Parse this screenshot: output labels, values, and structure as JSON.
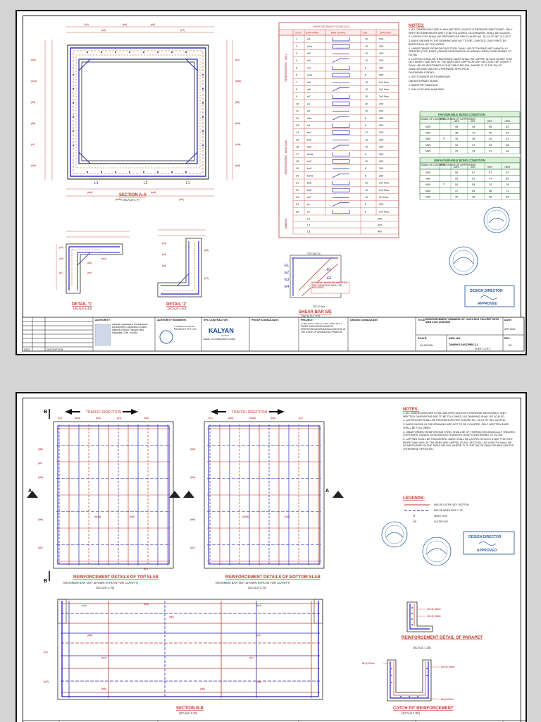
{
  "sheet1": {
    "section_title": "SECTION A-A",
    "section_scale": "(SCALE-1:?)",
    "detail1_title": "DETAIL '1'",
    "detail1_scale": "(SCALE-1:40)",
    "detail2_title": "DETAIL '2'",
    "detail2_scale": "(SCALE-1:40)",
    "shear_title": "SHEAR BAR S/E",
    "shear_scale": "(SCALE-1:??)",
    "shear_note1": "TOP 150 C/C",
    "shear_note2": "TOP 10 Nos.",
    "shear_note3": "STRAIGHT REINFORCEMENT AS PER SHEAR BAR SHALL BE PROVIDED",
    "notes_title": "NOTES:",
    "notes": [
      "1. ALL DIMENSIONS ARE IN MILLIMETERS UNLESS OTHERWISE MENTIONED. ONLY WRITTEN DIMENSIONS ARE TO BE FOLLOWED. NO DRAWING SHALL BE SCALED.",
      "2. LAP/SPLICES SHALL BE PROVIDED AS PER CLAUSE NO. 15.2.5 OF IRC 112-2011.",
      "3. BARS SHOWN IN THE DRAWING ARE NOT TO BE COUNTED. ONLY WRITTEN BARS SHALL BE FOLLOWED.",
      "4. UNDEFORMED REINFORCING STEEL SHALL BE OF THERMO MECHANICALLY TREATED (TMT) BARS. (GRADE DESIGNATION Fe-500D/Fe-500D) CONFORMING TO IS1786",
      "5. LAPPING SHALL BE STAGGERED. BARS SHALL BE LAPPED IN SUCH A WAY THAT NOT MORE THAN 50% OF THE BARS ARE LAPPED AT ANY SECTION. LAP LENGTH SHALL BE AS MENTIONED IN THE TABLE BELOW, WHERE 'D' IS THE DIA OF SMALLER BAR UNLESS OTHERWISE SPECIFIED."
    ],
    "bond_notes": [
      "FAVOURABLE BOND:",
      "1. BOTTOM/SIDE WITH MAIN BAR.",
      "UNFAVOURABLE BOND:",
      "1. BARS/TOP MAIN BAR.",
      "2. WALL/COLUMN MAIN BAR."
    ],
    "schedule_title": "REINFORCEMENT SCHEDULE:-",
    "schedule_headers": [
      "S.NO",
      "BAR MARK",
      "BAR SHAPE",
      "DIA",
      "SPACING"
    ],
    "schedule_rows": [
      [
        "1",
        "w1",
        "12",
        "200"
      ],
      [
        "2",
        "w1a",
        "12",
        "200"
      ],
      [
        "3",
        "w2",
        "12",
        "200"
      ],
      [
        "4",
        "w3",
        "10",
        "200"
      ],
      [
        "5",
        "w4",
        "8",
        "200"
      ],
      [
        "6",
        "w4a",
        "8",
        "250"
      ],
      [
        "7",
        "w5",
        "10",
        "2x4 Nos."
      ],
      [
        "8",
        "w6",
        "10",
        "2x2 Nos."
      ],
      [
        "9",
        "w7",
        "10",
        "2x4 Nos."
      ],
      [
        "10",
        "e1",
        "10",
        "200"
      ],
      [
        "11",
        "e2",
        "10",
        "200"
      ],
      [
        "12",
        "e3a",
        "8",
        "250"
      ],
      [
        "13",
        "e4",
        "8",
        "200"
      ],
      [
        "14",
        "bs1",
        "12",
        "200"
      ],
      [
        "15",
        "bs2",
        "12",
        "200"
      ],
      [
        "16",
        "bs3",
        "10",
        "200"
      ],
      [
        "17",
        "bs3a",
        "8",
        "200"
      ],
      [
        "18",
        "bs3",
        "10",
        "200"
      ],
      [
        "19",
        "bs4",
        "8",
        "200"
      ],
      [
        "20",
        "bs4a",
        "8",
        "250"
      ],
      [
        "21",
        "bs5",
        "10",
        "2x4 Nos."
      ],
      [
        "22",
        "bs6",
        "10",
        "2x2 Nos."
      ],
      [
        "23",
        "bs7",
        "10",
        "2/3 Nos."
      ],
      [
        "24",
        "s1",
        "8",
        "200"
      ],
      [
        "25",
        "s2",
        "8",
        "2x4 Nos."
      ]
    ],
    "schedule_side_labels": [
      "REINFORCEMENT - WALL",
      "REINFORCEMENT - BASE SLAB",
      "GENERAL"
    ],
    "lengths": [
      [
        "L1",
        "900"
      ],
      [
        "L2",
        "900"
      ],
      [
        "L3",
        "400"
      ]
    ],
    "favourable_title": "FAVOURABLE BOND CONDITION",
    "unfavourable_title": "UNFAVOURABLE BOND CONDITION",
    "bond_headers": [
      "GRADE OF CONCRETE",
      "PERCENTAGE OF LAPPED BARS",
      "≤25%",
      "33%",
      "50%",
      ">50%"
    ],
    "favourable_rows": [
      [
        "M25",
        "45",
        "49",
        "56",
        "63"
      ],
      [
        "M30",
        "38",
        "41",
        "50",
        "54"
      ],
      [
        "M35",
        "34",
        "38",
        "45",
        "51"
      ],
      [
        "M40",
        "32",
        "37",
        "45",
        "48"
      ],
      [
        "M45",
        "29",
        "33",
        "41",
        "44"
      ]
    ],
    "unfavourable_rows": [
      [
        "M25",
        "58",
        "67",
        "87",
        "87"
      ],
      [
        "M30",
        "53",
        "61",
        "74",
        "80"
      ],
      [
        "M35",
        "50",
        "55",
        "70",
        "76"
      ],
      [
        "M40",
        "47",
        "54",
        "66",
        "71"
      ],
      [
        "M45",
        "42",
        "49",
        "58",
        "63"
      ]
    ],
    "bond_x": "X",
    "design_director": "DESIGN DIRECTOR",
    "approved": "APPROVED",
    "title_block": {
      "authority_label": "AUTHORITY:",
      "authority": "National Highways & Infrastructure Development Corporation Limited, Ministry of Road Transport and Highways, Govt. of India",
      "engineer_label": "AUTHORITY ENGINEER:",
      "engineer": "L.N.MALVIYA INFRA PROJECTS PVT. LTD.",
      "contractor_label": "EPC CONTRACTOR:",
      "contractor_logo": "KALYAN",
      "contractor_logo_sub": "GROUP",
      "contractor": "Kalyan Toll Infrastructure Limited",
      "consultant_label": "PROOF CONSULTANT:",
      "project_label": "PROJECT:",
      "project": "CONSTRUCTION OF TWO LANE WITH PAVED SHOULDERS ROAD OF SHERIGONGCHHAT-BANGLA SECTION IN THE STATE OF ARUNACHAL PRADESH",
      "design_consultant_label": "DESIGN CONSULTANT:",
      "title_label": "TITLE:",
      "title": "REINFORCEMENT DRAWING OF 1X2X1 BOX CULVERT WITH MAN LOW CUSHION",
      "date_label": "DATE:",
      "date": "APR 2022",
      "scale_label": "SCALE:",
      "scale": "AS SHOWN",
      "dwg_label": "DWG. NO:",
      "dwg": "TAM/PKG-03/CD/RBC-12",
      "rev_label": "REV:",
      "rev": "R0",
      "sheet": "SHEET 1 OF 2",
      "rev_col_date": "DATE",
      "rev_col_desc": "DESCRIPTION"
    }
  },
  "sheet2": {
    "traffic_left": "TRAFFIC DIRECTION",
    "traffic_right": "TRAFFIC DIRECTION",
    "plan1_title": "REINFORCEMENT DETAILS OF TOP SLAB",
    "plan1_note": "(MAXIMUM BAR NOT SHOWN IN PLAN FOR CLARITY)",
    "plan1_scale": "(SCALE-1:75)",
    "plan2_title": "REINFORCEMENT DETAILS OF BOTTOM SLAB",
    "plan2_note": "(MAXIMUM BAR NOT SHOWN IN PLAN FOR CLARITY)",
    "plan2_scale": "(SCALE-1:75)",
    "section_title": "SECTION B-B",
    "section_scale": "(SCALE-1:40)",
    "parapet_title": "REINFORCEMENT DETAIL OF PARAPET",
    "parapet_scale": "(SCALE 1:25)",
    "parapet_bars": [
      "12# @ 150c/c",
      "10# @ 150c/c"
    ],
    "catch_title": "CATCH PIT REINFORCEMENT",
    "catch_scale": "(SCALE 1:25)",
    "catch_bars": [
      "8# @ 250c/c",
      "10# @ 150c/c",
      "8# @ 250c/c"
    ],
    "notes_title": "NOTES:",
    "notes": [
      "1. ALL DIMENSIONS ARE IN MILLIMETERS UNLESS OTHERWISE MENTIONED. ONLY WRITTEN DIMENSIONS ARE TO BE FOLLOWED. NO DRAWING SHALL BE SCALED.",
      "2. LAP/SPLICES SHALL BE PROVIDED AS PER CLAUSE NO. 15.2.5 OF IRC 112-2011.",
      "3. BARS SHOWN IN THE DRAWING ARE NOT TO BE COUNTED. ONLY WRITTEN BARS SHALL BE FOLLOWED.",
      "4. UNDEFORMED REINFORCING STEEL SHALL BE OF THERMO MECHANICALLY TREATED (TMT) BARS. (GRADE DESIGNATION Fe-500D/Fe-500D) CONFORMING TO IS1786",
      "5. LAPPING SHALL BE STAGGERED. BARS SHALL BE LAPPED IN SUCH A WAY THAT NOT MORE THAN 50% OF THE BARS ARE LAPPED AT ANY SECTION. LAP LENGTH SHALL BE AS MENTIONED IN THE TABLE BELOW, WHERE 'D' IS THE DIA OF SMALLER BAR UNLESS OTHERWISE SPECIFIED."
    ],
    "legend_title": "LEGENDS:",
    "legend": [
      "BAR ON OUTER FACE / BOTTOM",
      "BAR ON INNER FACE / TOP",
      "INNER FACE",
      "OUTER FACE"
    ],
    "legend_keys": [
      "I/F",
      "O/F"
    ],
    "design_director": "DESIGN DIRECTOR",
    "approved": "APPROVED",
    "marks": [
      "B",
      "B",
      "A",
      "A"
    ]
  },
  "colors": {
    "red": "#c0392b",
    "blue": "#2323b5",
    "green": "#1e6b1e",
    "stamp": "#2d5fa8"
  }
}
